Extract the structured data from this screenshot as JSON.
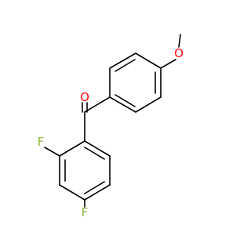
{
  "molecule": {
    "atoms": {
      "oxygen_carbonyl": "O",
      "oxygen_methoxy": "O",
      "fluorine_2": "F",
      "fluorine_4": "F"
    },
    "colors": {
      "bond": "#000000",
      "oxygen": "#ff0d0d",
      "fluorine": "#8fb43a",
      "background": "#ffffff"
    }
  }
}
